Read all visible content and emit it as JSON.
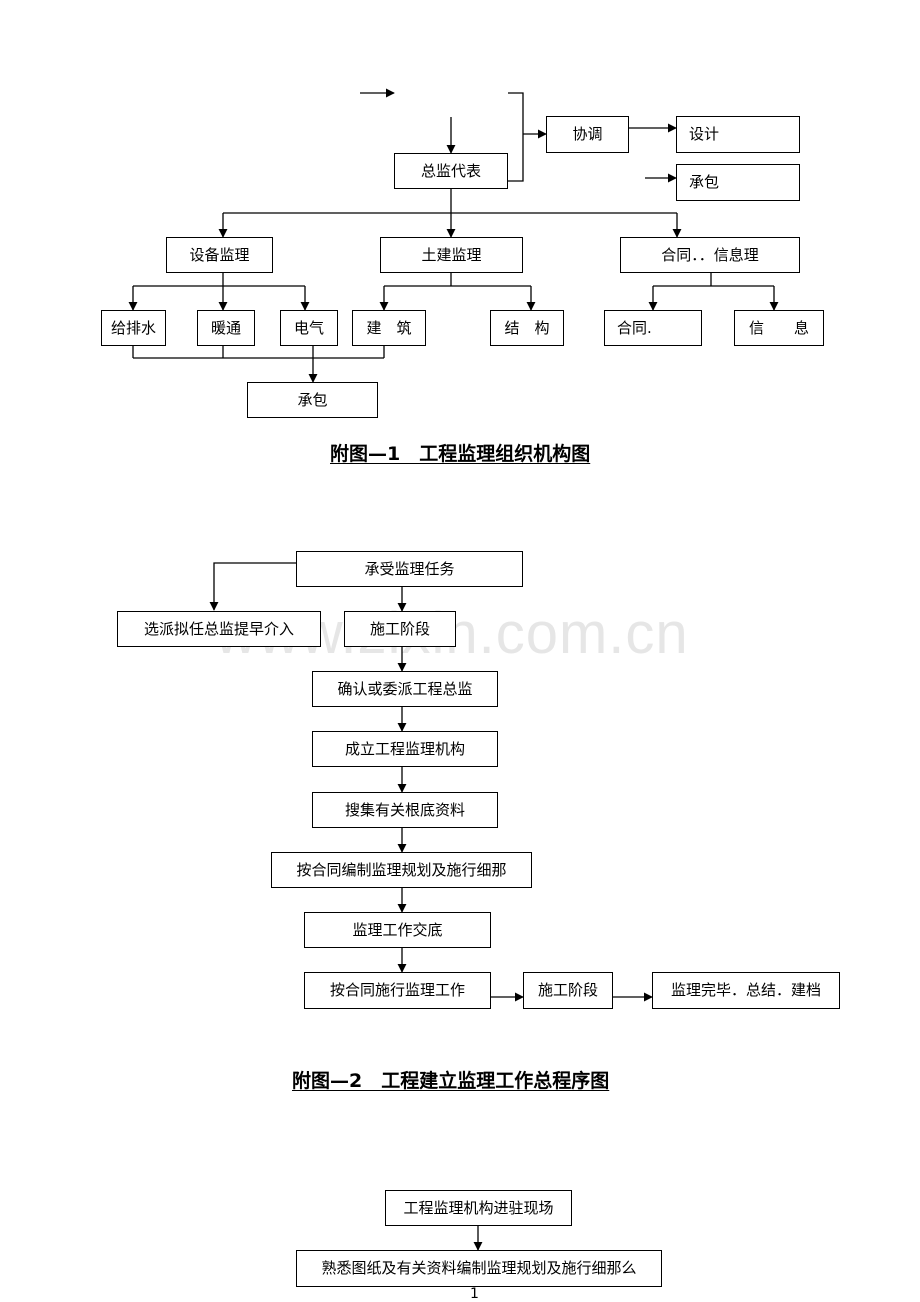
{
  "watermark": "www.zixin.com.cn",
  "figure1": {
    "caption": "附图—1　工程监理组织机构图",
    "boxes": {
      "deputy": "总监代表",
      "coordinate": "协调",
      "design": "设计",
      "contract_top": "承包",
      "equipment": "设备监理",
      "civil": "土建监理",
      "contract_info": "合同．．信息理",
      "plumbing": "给排水",
      "hvac": "暖通",
      "electrical": "电气",
      "architecture": "建　筑",
      "structure": "结　构",
      "contract": "合同.",
      "info": "信　　息",
      "contractor_bottom": "承包"
    }
  },
  "figure2": {
    "caption": "附图—2　工程建立监理工作总程序图",
    "steps": {
      "accept_task": "承受监理任务",
      "select_director": "选派拟任总监提早介入",
      "construction_phase_1": "施工阶段",
      "confirm_director": "确认或委派工程总监",
      "establish_org": "成立工程监理机构",
      "collect_data": "搜集有关根底资料",
      "prepare_plan": "按合同编制监理规划及施行细那",
      "briefing": "监理工作交底",
      "execute": "按合同施行监理工作",
      "construction_phase_2": "施工阶段",
      "finish": "监理完毕．总结．建档"
    }
  },
  "figure3": {
    "steps": {
      "enter_site": "工程监理机构进驻现场",
      "familiarize": "熟悉图纸及有关资料编制监理规划及施行细那么"
    },
    "page_number": "1"
  }
}
